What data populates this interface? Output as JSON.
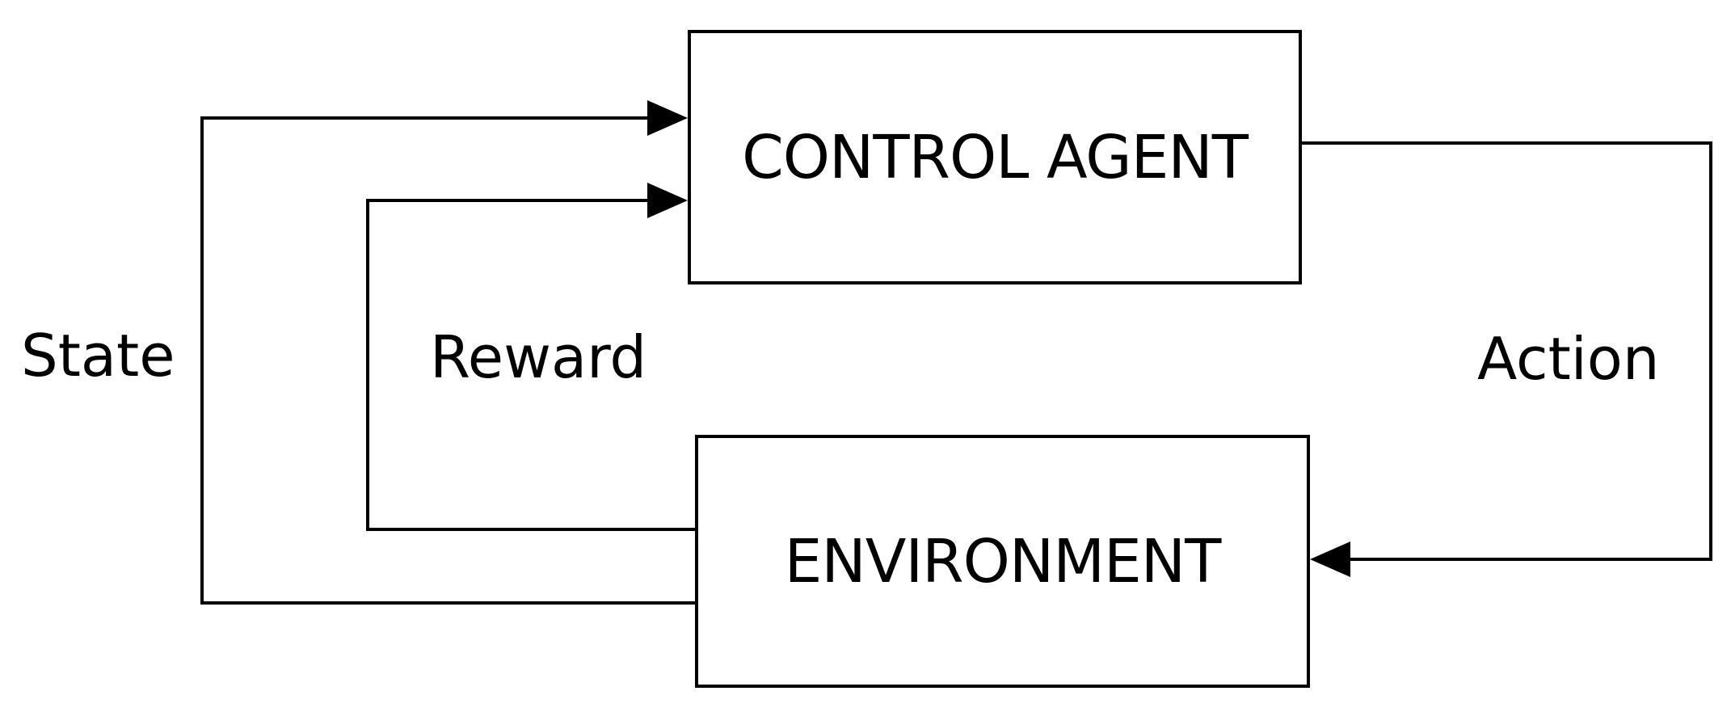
{
  "diagram": {
    "nodes": {
      "agent": {
        "label": "CONTROL AGENT"
      },
      "environment": {
        "label": "ENVIRONMENT"
      }
    },
    "edges": {
      "state": {
        "label": "State",
        "from": "ENVIRONMENT",
        "to": "CONTROL AGENT"
      },
      "reward": {
        "label": "Reward",
        "from": "ENVIRONMENT",
        "to": "CONTROL AGENT"
      },
      "action": {
        "label": "Action",
        "from": "CONTROL AGENT",
        "to": "ENVIRONMENT"
      }
    },
    "colors": {
      "stroke": "#000000",
      "background": "#ffffff"
    }
  }
}
